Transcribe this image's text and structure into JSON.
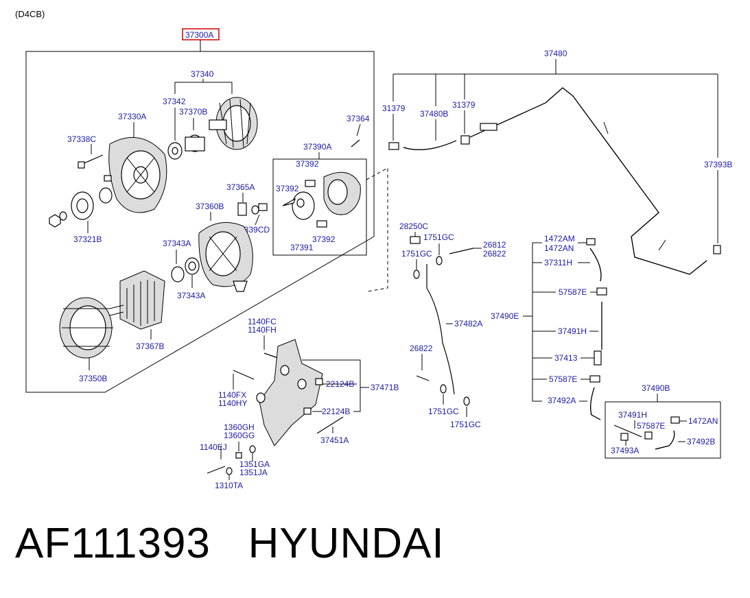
{
  "engine_code": "(D4CB)",
  "highlighted_part": "37300A",
  "callouts": {
    "c37340": "37340",
    "c37342": "37342",
    "c37370B": "37370B",
    "c37330A": "37330A",
    "c37338C": "37338C",
    "c37321B": "37321B",
    "c37364": "37364",
    "c37390A": "37390A",
    "c37392a": "37392",
    "c37392b": "37392",
    "c37392c": "37392",
    "c37391": "37391",
    "c37365A": "37365A",
    "c1339CD": "1339CD",
    "c37360B": "37360B",
    "c37343A_top": "37343A",
    "c37343A_bot": "37343A",
    "c37367B": "37367B",
    "c37350B": "37350B",
    "c1140FC": "1140FC",
    "c1140FH": "1140FH",
    "c1140FX": "1140FX",
    "c1140HY": "1140HY",
    "c22124B_a": "22124B",
    "c22124B_b": "22124B",
    "c37471B": "37471B",
    "c37451A": "37451A",
    "c1360GH": "1360GH",
    "c1360GG": "1360GG",
    "c1140EJ": "1140EJ",
    "c1351GA": "1351GA",
    "c1351JA": "1351JA",
    "c1310TA": "1310TA",
    "c37480": "37480",
    "c31379a": "31379",
    "c37480B": "37480B",
    "c31379b": "31379",
    "c37393B": "37393B",
    "c28250C": "28250C",
    "c1751GC_a": "1751GC",
    "c1751GC_b": "1751GC",
    "c26812": "26812",
    "c26822a": "26822",
    "c37482A": "37482A",
    "c26822b": "26822",
    "c1751GC_c": "1751GC",
    "c1751GC_d": "1751GC",
    "c1472AM": "1472AM",
    "c1472AN": "1472AN",
    "c37311H": "37311H",
    "c57587E_a": "57587E",
    "c37490E": "37490E",
    "c37491H_a": "37491H",
    "c37413": "37413",
    "c57587E_b": "57587E",
    "c37492A": "37492A",
    "c37490B": "37490B",
    "c37491H_b": "37491H",
    "c57587E_c": "57587E",
    "c1472AN_b": "1472AN",
    "c37492B": "37492B",
    "c37493A": "37493A"
  },
  "footer": {
    "part_number": "AF111393",
    "brand": "HYUNDAI"
  },
  "colors": {
    "label": "#1a1aa6",
    "highlight_border": "#cc0000"
  }
}
